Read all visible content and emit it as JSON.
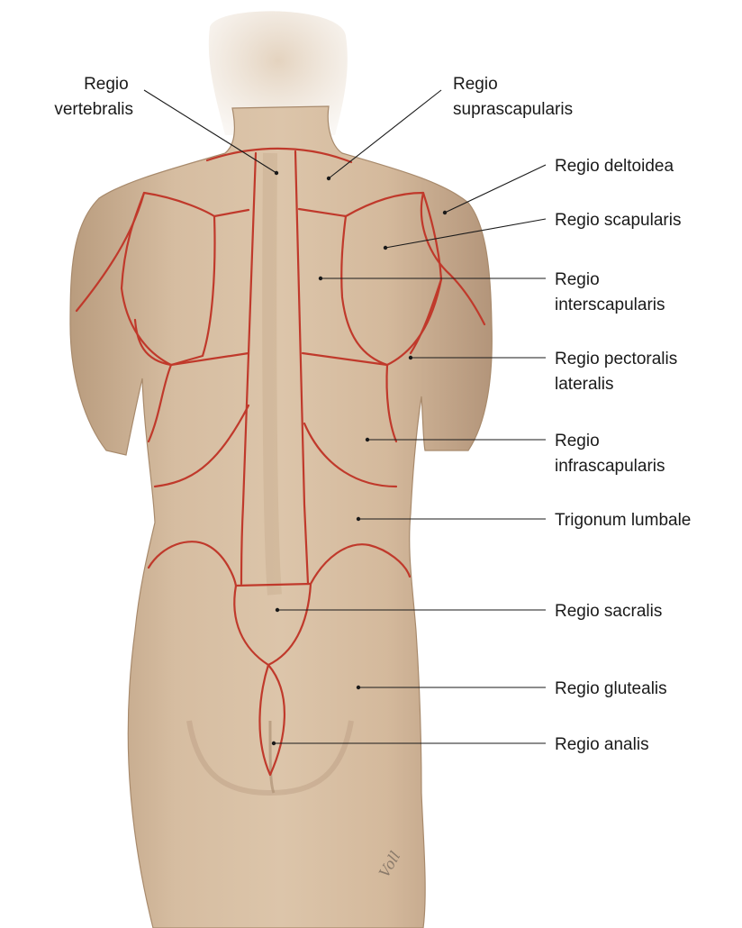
{
  "labels": {
    "vertebralis": [
      "Regio",
      "vertebralis"
    ],
    "suprascapularis": [
      "Regio",
      "suprascapularis"
    ],
    "deltoidea": [
      "Regio deltoidea"
    ],
    "scapularis": [
      "Regio scapularis"
    ],
    "interscapularis": [
      "Regio",
      "interscapularis"
    ],
    "pectoralis_lateralis": [
      "Regio pectoralis",
      "lateralis"
    ],
    "infrascapularis": [
      "Regio",
      "infrascapularis"
    ],
    "trigonum_lumbale": [
      "Trigonum lumbale"
    ],
    "sacralis": [
      "Regio sacralis"
    ],
    "glutealis": [
      "Regio glutealis"
    ],
    "analis": [
      "Regio analis"
    ]
  },
  "signature": "Voll",
  "colors": {
    "skin": "#d8bfa3",
    "skin_shadow": "#b89a7c",
    "region_border": "#c0392b",
    "text": "#1a1a1a"
  }
}
